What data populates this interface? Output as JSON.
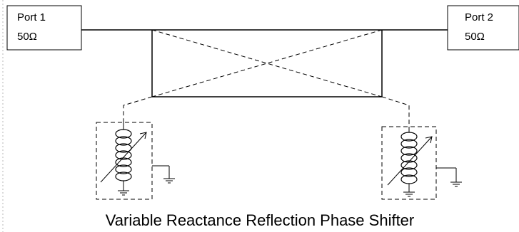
{
  "ports": {
    "port1": {
      "name": "Port 1",
      "impedance": "50Ω"
    },
    "port2": {
      "name": "Port 2",
      "impedance": "50Ω"
    }
  },
  "caption": "Variable Reactance Reflection Phase Shifter",
  "colors": {
    "line": "#000000",
    "background": "#ffffff"
  }
}
